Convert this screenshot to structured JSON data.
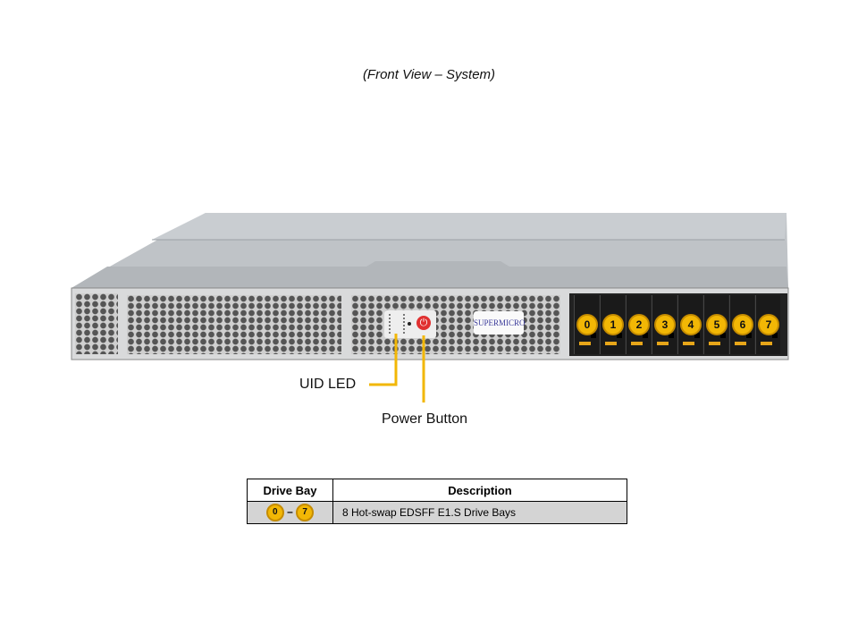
{
  "title": "(Front View – System)",
  "callouts": {
    "uid_led": "UID LED",
    "power_button": "Power Button"
  },
  "logo": "SUPERMICRO",
  "drive_bays": [
    "0",
    "1",
    "2",
    "3",
    "4",
    "5",
    "6",
    "7"
  ],
  "table": {
    "headers": [
      "Drive Bay",
      "Description"
    ],
    "rows": [
      {
        "bay_start": "0",
        "separator": "–",
        "bay_end": "7",
        "description": "8 Hot-swap EDSFF E1.S Drive Bays"
      }
    ]
  },
  "colors": {
    "callout_line": "#f2b705",
    "badge": "#f2b705",
    "power": "#e03030"
  }
}
